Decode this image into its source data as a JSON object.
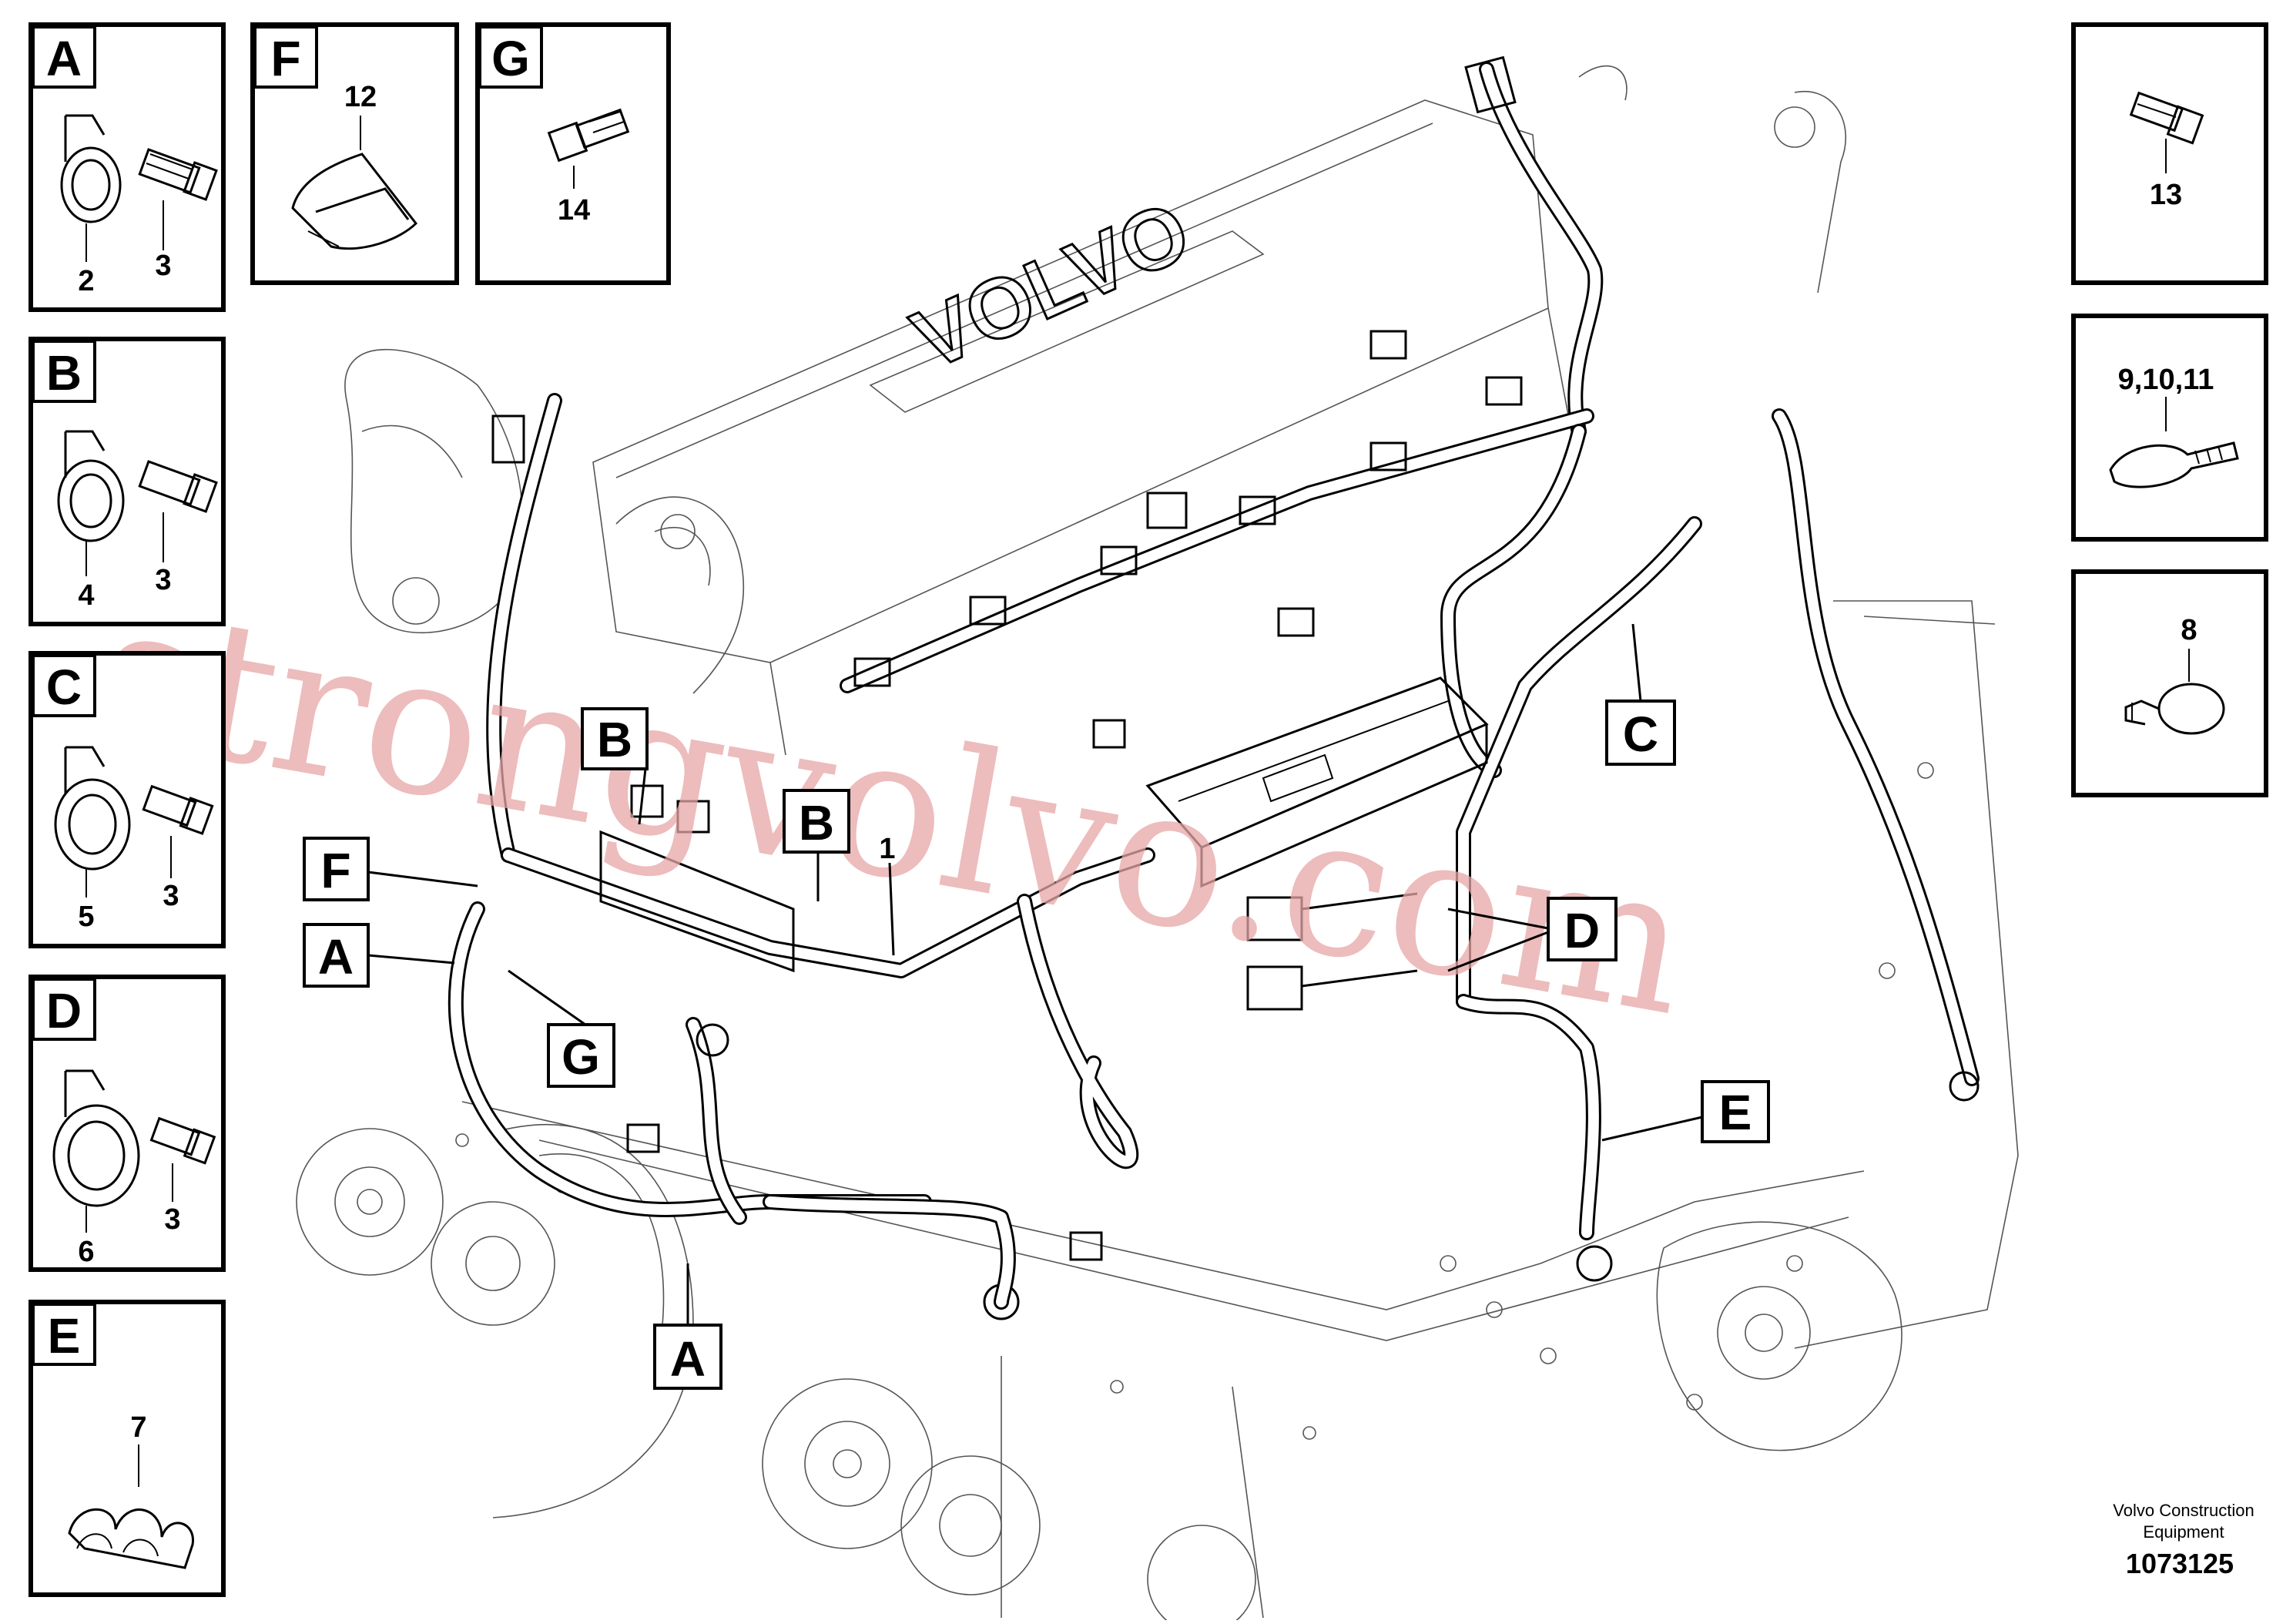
{
  "panels": [
    {
      "letter": "A",
      "numbers": [
        "2",
        "3"
      ]
    },
    {
      "letter": "B",
      "numbers": [
        "4",
        "3"
      ]
    },
    {
      "letter": "C",
      "numbers": [
        "5",
        "3"
      ]
    },
    {
      "letter": "D",
      "numbers": [
        "6",
        "3"
      ]
    },
    {
      "letter": "E",
      "numbers": [
        "7"
      ]
    },
    {
      "letter": "F",
      "numbers": [
        "12"
      ]
    },
    {
      "letter": "G",
      "numbers": [
        "14"
      ]
    }
  ],
  "right_panels": [
    {
      "number": "13"
    },
    {
      "number": "9,10,11"
    },
    {
      "number": "8"
    }
  ],
  "callouts": {
    "b1": "B",
    "b2": "B",
    "f": "F",
    "a1": "A",
    "g": "G",
    "a2": "A",
    "c": "C",
    "d": "D",
    "e": "E",
    "part1": "1"
  },
  "engine_logo": "VOLVO",
  "watermark": "strongvolvo.com",
  "footer": {
    "company_line1": "Volvo Construction",
    "company_line2": "Equipment",
    "drawing_number": "1073125"
  }
}
